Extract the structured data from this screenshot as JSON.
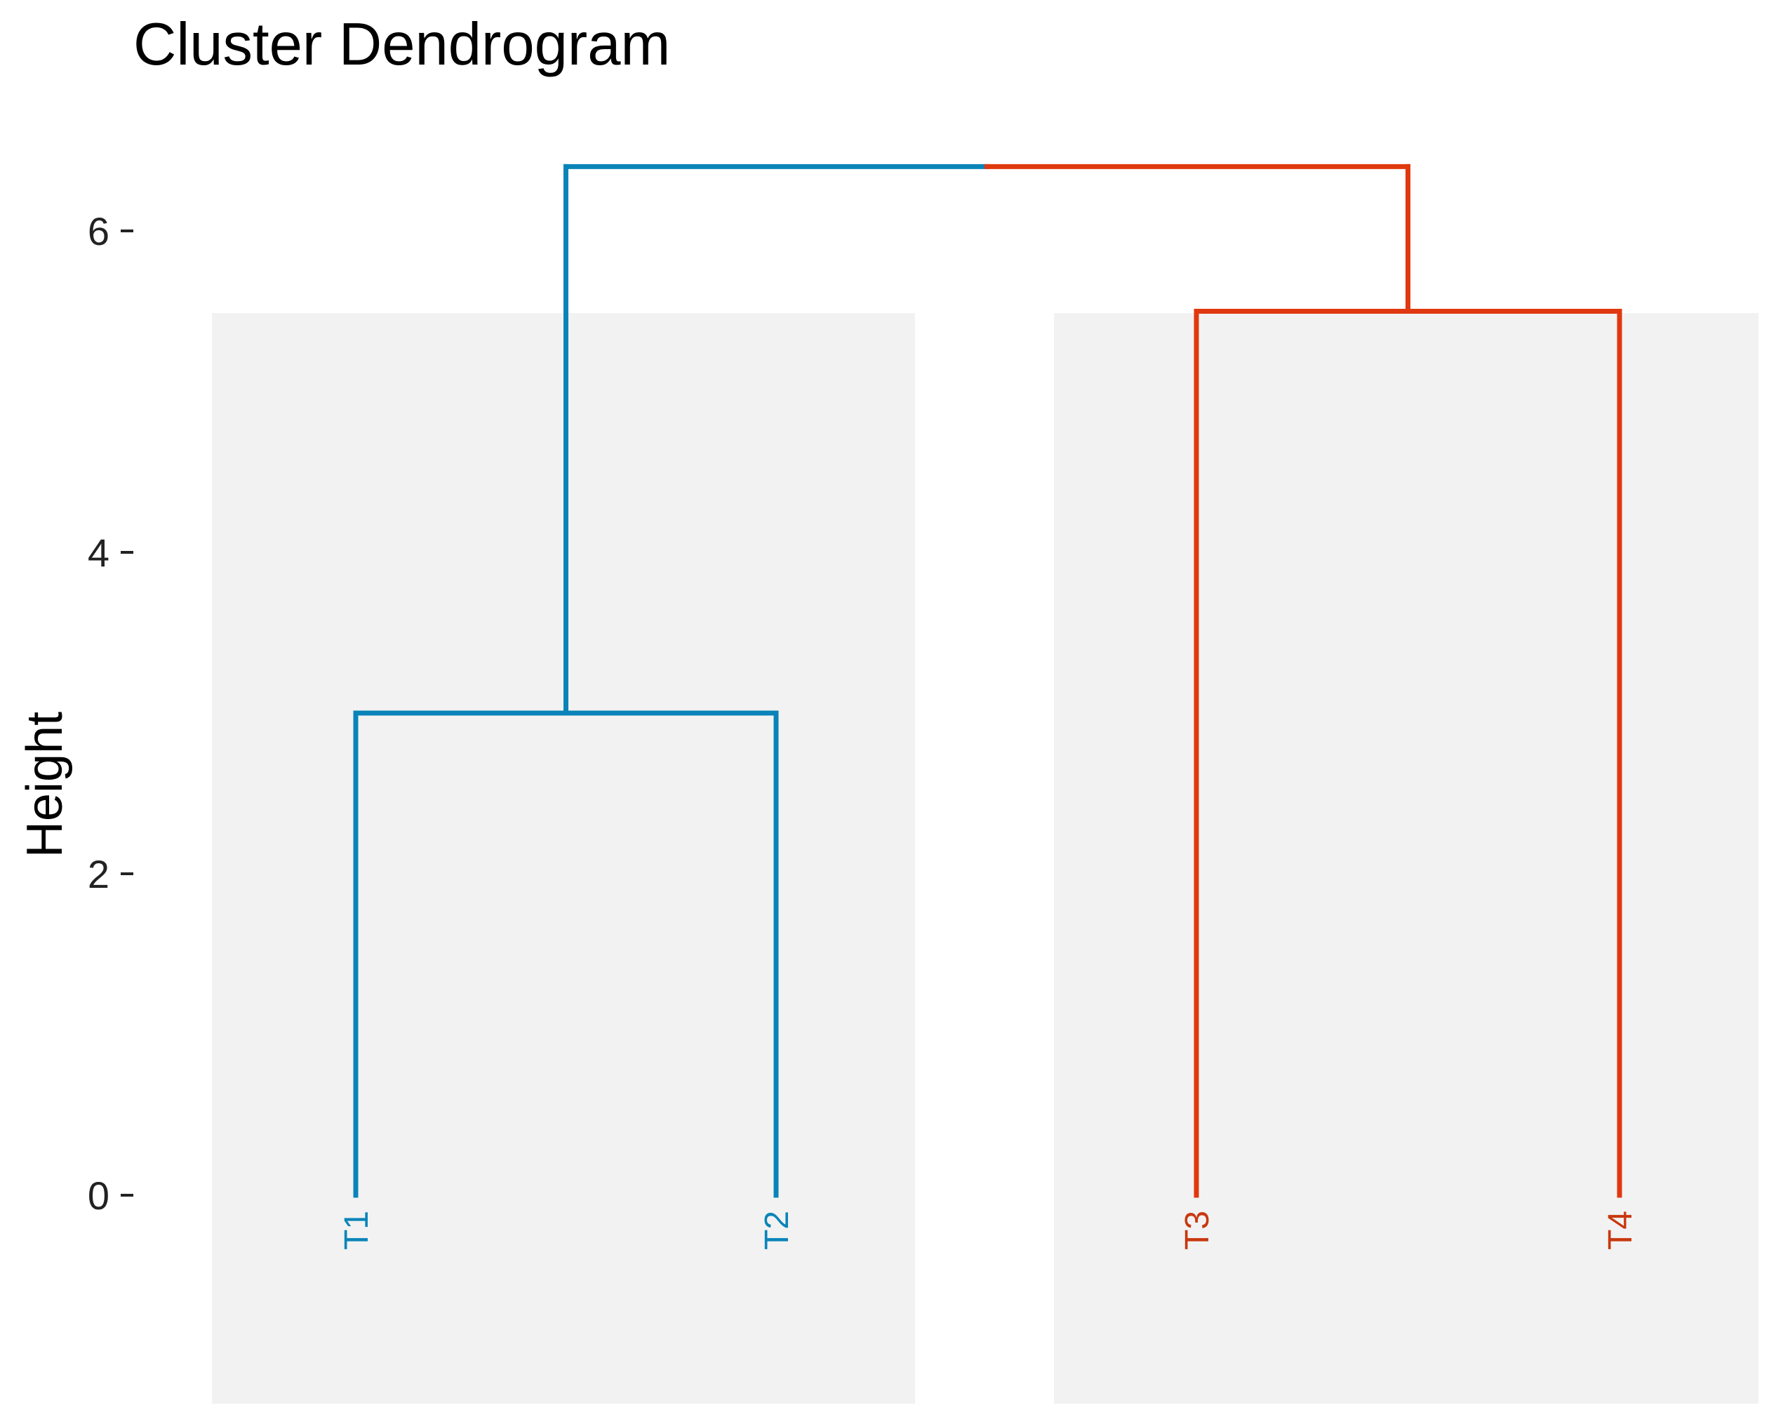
{
  "chart_data": {
    "type": "dendrogram",
    "title": "Cluster Dendrogram",
    "xlabel": "",
    "ylabel": "Height",
    "yticks": [
      "0",
      "2",
      "4",
      "6"
    ],
    "ylim": [
      0,
      6.5
    ],
    "leaves": [
      {
        "label": "T1",
        "cluster": 1
      },
      {
        "label": "T2",
        "cluster": 1
      },
      {
        "label": "T3",
        "cluster": 2
      },
      {
        "label": "T4",
        "cluster": 2
      }
    ],
    "merges": [
      {
        "id": "m1",
        "left": "T1",
        "right": "T2",
        "height": 3.0
      },
      {
        "id": "m2",
        "left": "T3",
        "right": "T4",
        "height": 5.5
      },
      {
        "id": "m3",
        "left": "m1",
        "right": "m2",
        "height": 6.4
      }
    ],
    "clusters": [
      {
        "id": 1,
        "members": [
          "T1",
          "T2"
        ],
        "color": "#0A84B8"
      },
      {
        "id": 2,
        "members": [
          "T3",
          "T4"
        ],
        "color": "#E0380F"
      }
    ],
    "leaf_label_colors": {
      "1": "#0A84B8",
      "2": "#C8380F"
    },
    "cluster_box_color": "#F2F2F2",
    "grid": false
  }
}
